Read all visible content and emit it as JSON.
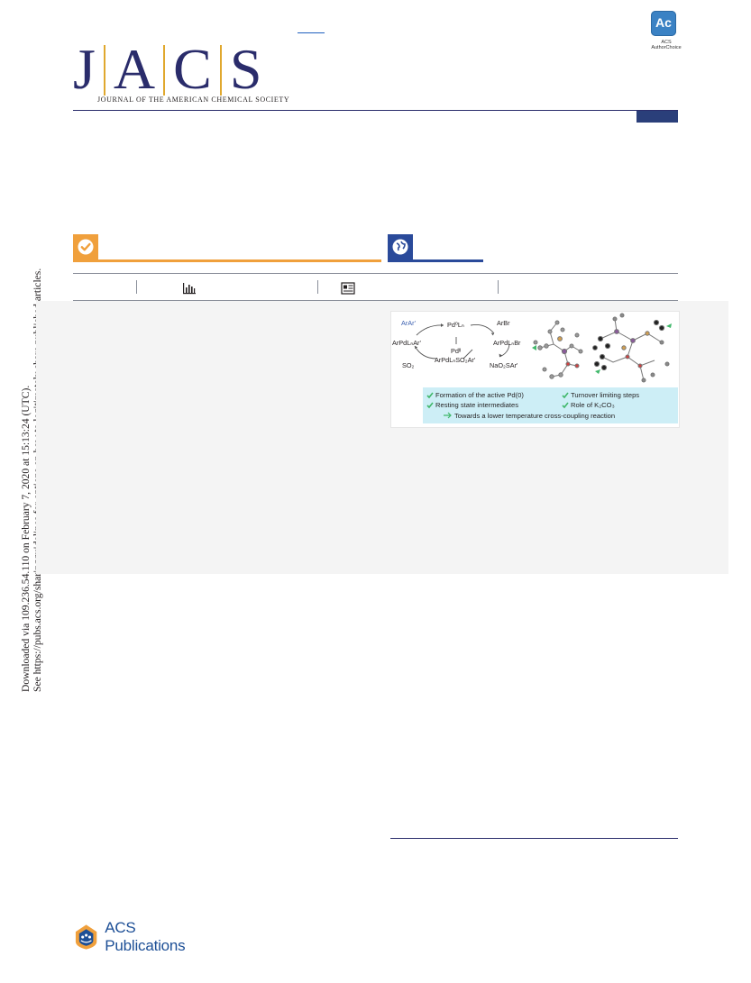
{
  "side_note": {
    "line1": "Downloaded via 109.236.54.110 on February 7, 2020 at 15:13:24 (UTC).",
    "line2": "See https://pubs.acs.org/sharingguidelines for options on how to legitimately share published articles."
  },
  "header": {
    "journal_logo_letters": [
      "J",
      "A",
      "C",
      "S"
    ],
    "journal_name": "JOURNAL OF THE AMERICAN CHEMICAL SOCIETY",
    "ac_badge": "Ac",
    "ac_caption": "ACS AuthorChoice",
    "brand_color": "#2a2c6b",
    "accent_color": "#e0a82e"
  },
  "badges": {
    "open_access_color": "#f0a03c",
    "free_access_color": "#2a4a9a"
  },
  "toc_graphic": {
    "cycle_labels": {
      "arar": "ArAr'",
      "pd0": "Pd⁰Lₙ",
      "arbr": "ArBr",
      "arpdar": "ArPdLₙAr'",
      "pdii": "Pdᴵᴵ",
      "arpdbr": "ArPdLₙBr",
      "so2": "SO₂",
      "arpdso2": "ArPdLₙSO₂Ar'",
      "nao2sar": "NaO₂SAr'"
    },
    "findings": [
      "Formation of the active Pd(0)",
      "Turnover limiting steps",
      "Resting state intermediates",
      "Role of K₂CO₃"
    ],
    "conclusion": "Towards a lower temperature cross-coupling reaction"
  },
  "footer": {
    "publisher": "ACS Publications"
  }
}
